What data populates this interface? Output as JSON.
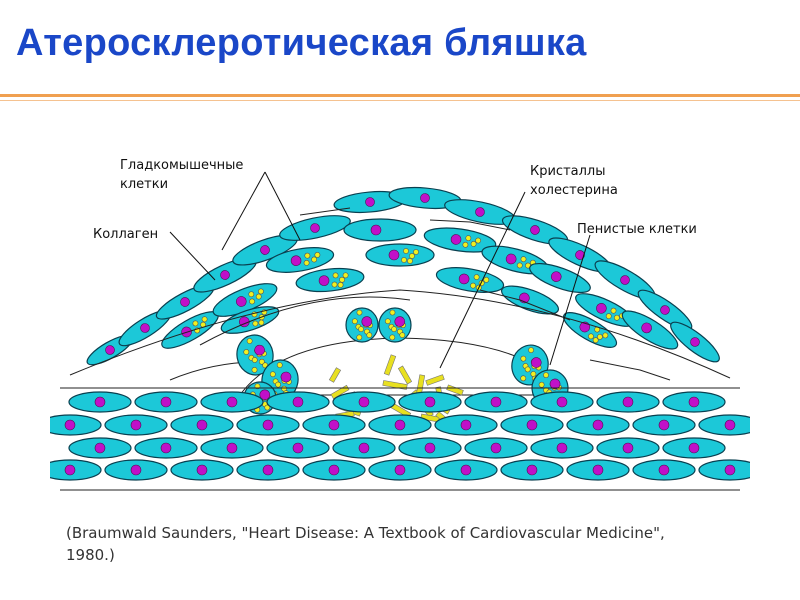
{
  "title": "Атеросклеротическая бляшка",
  "labels": {
    "smooth_muscle_line1": "Гладкомышечные",
    "smooth_muscle_line2": "клетки",
    "collagen": "Коллаген",
    "cholesterol_line1": "Кристаллы",
    "cholesterol_line2": "холестерина",
    "foam_cells": "Пенистые клетки"
  },
  "citation_line1": "(Braumwald Saunders, \"Heart Disease: A Textbook of Cardiovascular Medicine\",",
  "citation_line2": "1980.)",
  "colors": {
    "title": "#1a47c8",
    "rule": "#f0a050",
    "cell_fill": "#1cc8d8",
    "cell_stroke": "#0a4050",
    "nucleus": "#c010c8",
    "lipid": "#f0f020",
    "crystal": "#e8e020"
  }
}
